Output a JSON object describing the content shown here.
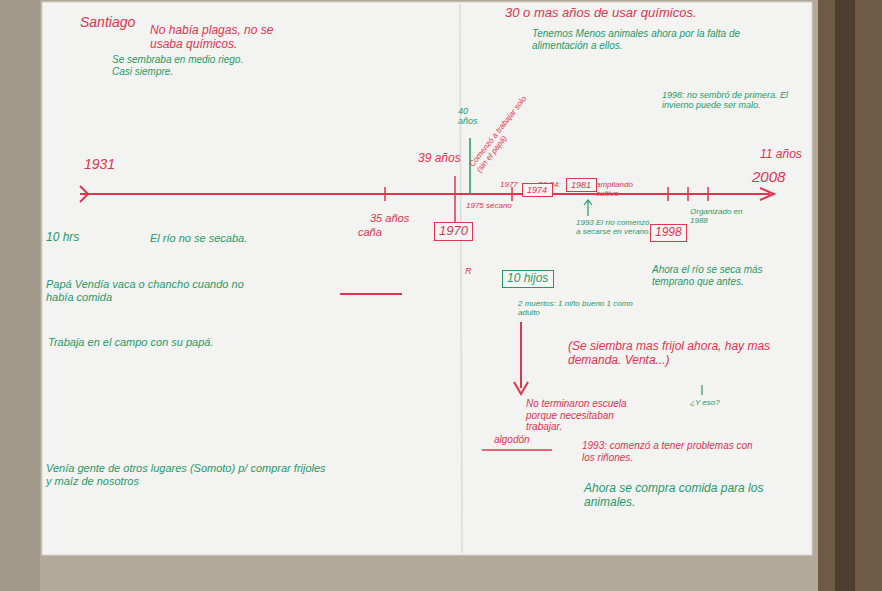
{
  "diagram": {
    "nodes": [
      {
        "text": [
          "1970"
        ]
      },
      {
        "text": [
          "1974"
        ]
      },
      {
        "text": [
          "1981"
        ]
      },
      {
        "text": [
          "1998"
        ]
      },
      {
        "text": [
          "10 hijos"
        ]
      }
    ],
    "labels": [
      "Santiago",
      "No había plagas, no se usaba químicos.",
      "Se sembraba en medio riego. Casi siempre.",
      "1931",
      "35 años",
      "caña",
      "39 años",
      "40 años",
      "Comenzó a trabajar solo (sin el papá)",
      "1977",
      "1975 secano",
      "80-84:",
      "ampliando cultivo",
      "30 o mas años de usar químicos.",
      "Tenemos Menos animales ahora por la falta de alimentación a ellos.",
      "1998: no sembró de primera. El invierno puede ser malo.",
      "11 años",
      "2008",
      "1993 El río comenzó a secarse en verano.",
      "Organizado en 1988",
      "10 hrs",
      "El río no se secaba.",
      "Papá Vendía vaca o chancho cuando no había comida",
      "Trabaja en el campo con su papá.",
      "Venía gente de otros lugares (Somoto) p/ comprar frijoles y maíz de nosotros",
      "R",
      "2 muertos: 1 niño bueno 1 como adulto",
      "No terminaron escuela porque necesitaban trabajar.",
      "algodón",
      "Ahora el río se seca más temprano que antes.",
      "(Se siembra mas frijol ahora, hay mas demanda. Venta...)",
      "¿Y eso?",
      "1993: comenzó a tener problemas con los riñones.",
      "Ahora se compra comida para los animales."
    ]
  }
}
